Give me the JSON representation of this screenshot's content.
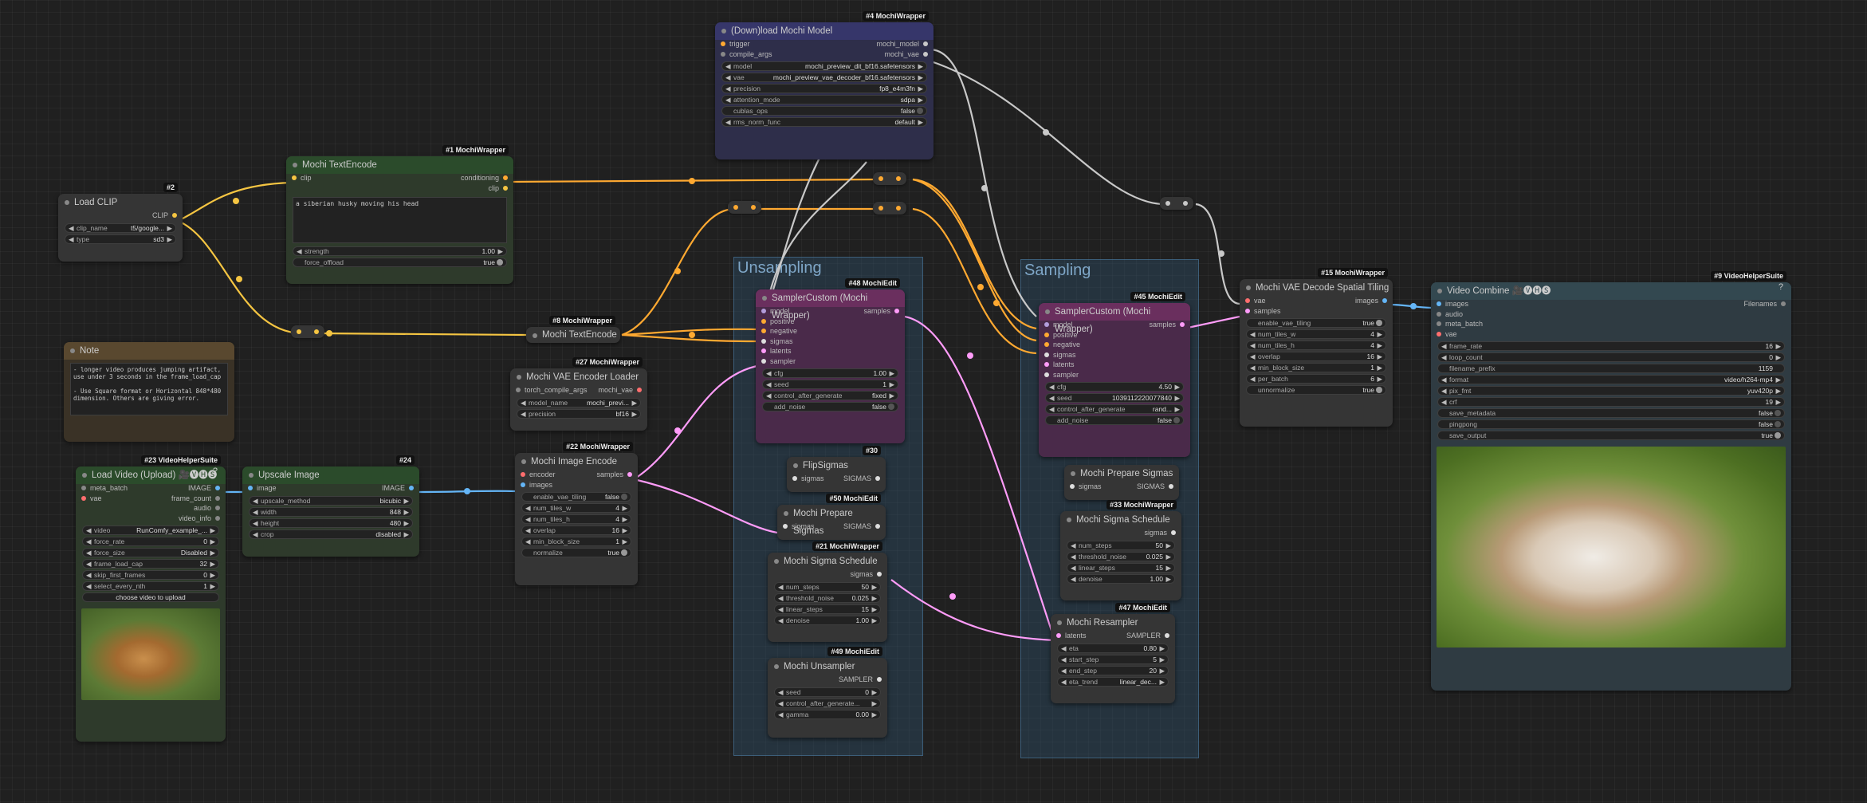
{
  "groups": {
    "unsampling": "Unsampling",
    "sampling": "Sampling"
  },
  "colors": {
    "clip": "#f5c542",
    "conditioning": "#ffa931",
    "sigmas": "#dddddd",
    "latent": "#ff9cf9",
    "images": "#64b5f6",
    "model": "#b39ddb",
    "vae": "#ff6e6e"
  },
  "nodes": {
    "load_clip": {
      "title": "Load CLIP",
      "badge": "#2",
      "out": "CLIP",
      "clip_name_l": "clip_name",
      "clip_name_v": "t5/google...",
      "type_l": "type",
      "type_v": "sd3"
    },
    "text_encode1": {
      "title": "Mochi TextEncode",
      "badge": "#1 MochiWrapper",
      "in_clip": "clip",
      "out_cond": "conditioning",
      "out_clip": "clip",
      "text": "a siberian husky moving his head",
      "strength_l": "strength",
      "strength_v": "1.00",
      "force_offload_l": "force_offload",
      "force_offload_v": "true"
    },
    "note": {
      "title": "Note",
      "text": "- longer video produces jumping artifact, use under 3 seconds in the frame_load_cap\n\n- Use Square format or Horizontal 848*480 dimension. Others are giving error."
    },
    "load_video": {
      "title": "Load Video (Upload) 🎥🅥🅗🅢",
      "badge": "#23 VideoHelperSuite",
      "in_meta": "meta_batch",
      "in_vae": "vae",
      "out_image": "IMAGE",
      "out_fc": "frame_count",
      "out_audio": "audio",
      "out_vinfo": "video_info",
      "video_l": "video",
      "video_v": "RunComfy_example_...",
      "force_rate_l": "force_rate",
      "force_rate_v": "0",
      "force_size_l": "force_size",
      "force_size_v": "Disabled",
      "frame_load_cap_l": "frame_load_cap",
      "frame_load_cap_v": "32",
      "skip_first_frames_l": "skip_first_frames",
      "skip_first_frames_v": "0",
      "select_every_nth_l": "select_every_nth",
      "select_every_nth_v": "1",
      "upload_btn": "choose video to upload"
    },
    "upscale": {
      "title": "Upscale Image",
      "badge": "#24",
      "in_image": "image",
      "out_image": "IMAGE",
      "m_l": "upscale_method",
      "m_v": "bicubic",
      "w_l": "width",
      "w_v": "848",
      "h_l": "height",
      "h_v": "480",
      "c_l": "crop",
      "c_v": "disabled"
    },
    "text_encode8": {
      "title": "Mochi TextEncode",
      "badge": "#8 MochiWrapper"
    },
    "vae_enc_loader": {
      "title": "Mochi VAE Encoder Loader",
      "badge": "#27 MochiWrapper",
      "in": "torch_compile_args",
      "out": "mochi_vae",
      "mn_l": "model_name",
      "mn_v": "mochi_previ...",
      "p_l": "precision",
      "p_v": "bf16"
    },
    "image_encode": {
      "title": "Mochi Image Encode",
      "badge": "#22 MochiWrapper",
      "in_enc": "encoder",
      "in_img": "images",
      "out": "samples",
      "evt_l": "enable_vae_tiling",
      "evt_v": "false",
      "ntw_l": "num_tiles_w",
      "ntw_v": "4",
      "nth_l": "num_tiles_h",
      "nth_v": "4",
      "ov_l": "overlap",
      "ov_v": "16",
      "mbs_l": "min_block_size",
      "mbs_v": "1",
      "norm_l": "normalize",
      "norm_v": "true"
    },
    "load_model": {
      "title": "(Down)load Mochi Model",
      "badge": "#4 MochiWrapper",
      "in_trig": "trigger",
      "in_comp": "compile_args",
      "out_model": "mochi_model",
      "out_vae": "mochi_vae",
      "model_l": "model",
      "model_v": "mochi_preview_dit_bf16.safetensors",
      "vae_l": "vae",
      "vae_v": "mochi_preview_vae_decoder_bf16.safetensors",
      "prec_l": "precision",
      "prec_v": "fp8_e4m3fn",
      "attn_l": "attention_mode",
      "attn_v": "sdpa",
      "cublas_l": "cublas_ops",
      "cublas_v": "false",
      "rms_l": "rms_norm_func",
      "rms_v": "default"
    },
    "sampler48": {
      "title": "SamplerCustom (Mochi Wrapper)",
      "badge": "#48 MochiEdit",
      "in_model": "model",
      "in_pos": "positive",
      "in_neg": "negative",
      "in_sig": "sigmas",
      "in_lat": "latents",
      "in_samp": "sampler",
      "out": "samples",
      "cfg_l": "cfg",
      "cfg_v": "1.00",
      "seed_l": "seed",
      "seed_v": "1",
      "cag_l": "control_after_generate",
      "cag_v": "fixed",
      "an_l": "add_noise",
      "an_v": "false"
    },
    "flip": {
      "title": "FlipSigmas",
      "badge": "#30",
      "in": "sigmas",
      "out": "SIGMAS"
    },
    "prep50": {
      "title": "Mochi Prepare Sigmas",
      "badge": "#50 MochiEdit",
      "in": "sigmas",
      "out": "SIGMAS"
    },
    "sched21": {
      "title": "Mochi Sigma Schedule",
      "badge": "#21 MochiWrapper",
      "out": "sigmas",
      "ns_l": "num_steps",
      "ns_v": "50",
      "tn_l": "threshold_noise",
      "tn_v": "0.025",
      "ls_l": "linear_steps",
      "ls_v": "15",
      "dn_l": "denoise",
      "dn_v": "1.00"
    },
    "unsampler": {
      "title": "Mochi Unsampler",
      "badge": "#49 MochiEdit",
      "out": "SAMPLER",
      "seed_l": "seed",
      "seed_v": "0",
      "cag_l": "control_after_generate...",
      "g_l": "gamma",
      "g_v": "0.00"
    },
    "sampler45": {
      "title": "SamplerCustom (Mochi Wrapper)",
      "badge": "#45 MochiEdit",
      "out": "samples",
      "cfg_l": "cfg",
      "cfg_v": "4.50",
      "seed_l": "seed",
      "seed_v": "1039112220077840",
      "cag_l": "control_after_generate",
      "cag_v": "rand...",
      "an_l": "add_noise",
      "an_v": "false"
    },
    "prep_s": {
      "title": "Mochi Prepare Sigmas",
      "in": "sigmas",
      "out": "SIGMAS"
    },
    "sched33": {
      "title": "Mochi Sigma Schedule",
      "badge": "#33 MochiWrapper",
      "out": "sigmas",
      "ns_v": "50",
      "tn_v": "0.025",
      "ls_v": "15",
      "dn_v": "1.00"
    },
    "resampler": {
      "title": "Mochi Resampler",
      "badge": "#47 MochiEdit",
      "in": "latents",
      "out": "SAMPLER",
      "eta_l": "eta",
      "eta_v": "0.80",
      "ss_l": "start_step",
      "ss_v": "5",
      "es_l": "end_step",
      "es_v": "20",
      "et_l": "eta_trend",
      "et_v": "linear_dec..."
    },
    "vae_decode": {
      "title": "Mochi VAE Decode Spatial Tiling",
      "badge": "#15 MochiWrapper",
      "in_vae": "vae",
      "in_samp": "samples",
      "out": "images",
      "evt_l": "enable_vae_tiling",
      "evt_v": "true",
      "ntw_l": "num_tiles_w",
      "ntw_v": "4",
      "nth_l": "num_tiles_h",
      "nth_v": "4",
      "ov_l": "overlap",
      "ov_v": "16",
      "mbs_l": "min_block_size",
      "mbs_v": "1",
      "pb_l": "per_batch",
      "pb_v": "6",
      "un_l": "unnormalize",
      "un_v": "true"
    },
    "combine": {
      "title": "Video Combine 🎥🅥🅗🅢",
      "badge": "#9 VideoHelperSuite",
      "in_img": "images",
      "in_aud": "audio",
      "in_mb": "meta_batch",
      "in_vae": "vae",
      "out": "Filenames",
      "fr_l": "frame_rate",
      "fr_v": "16",
      "lc_l": "loop_count",
      "lc_v": "0",
      "fp_l": "filename_prefix",
      "fp_v": "1159",
      "fmt_l": "format",
      "fmt_v": "video/h264-mp4",
      "pf_l": "pix_fmt",
      "pf_v": "yuv420p",
      "crf_l": "crf",
      "crf_v": "19",
      "sm_l": "save_metadata",
      "sm_v": "false",
      "pp_l": "pingpong",
      "pp_v": "false",
      "so_l": "save_output",
      "so_v": "true"
    }
  }
}
